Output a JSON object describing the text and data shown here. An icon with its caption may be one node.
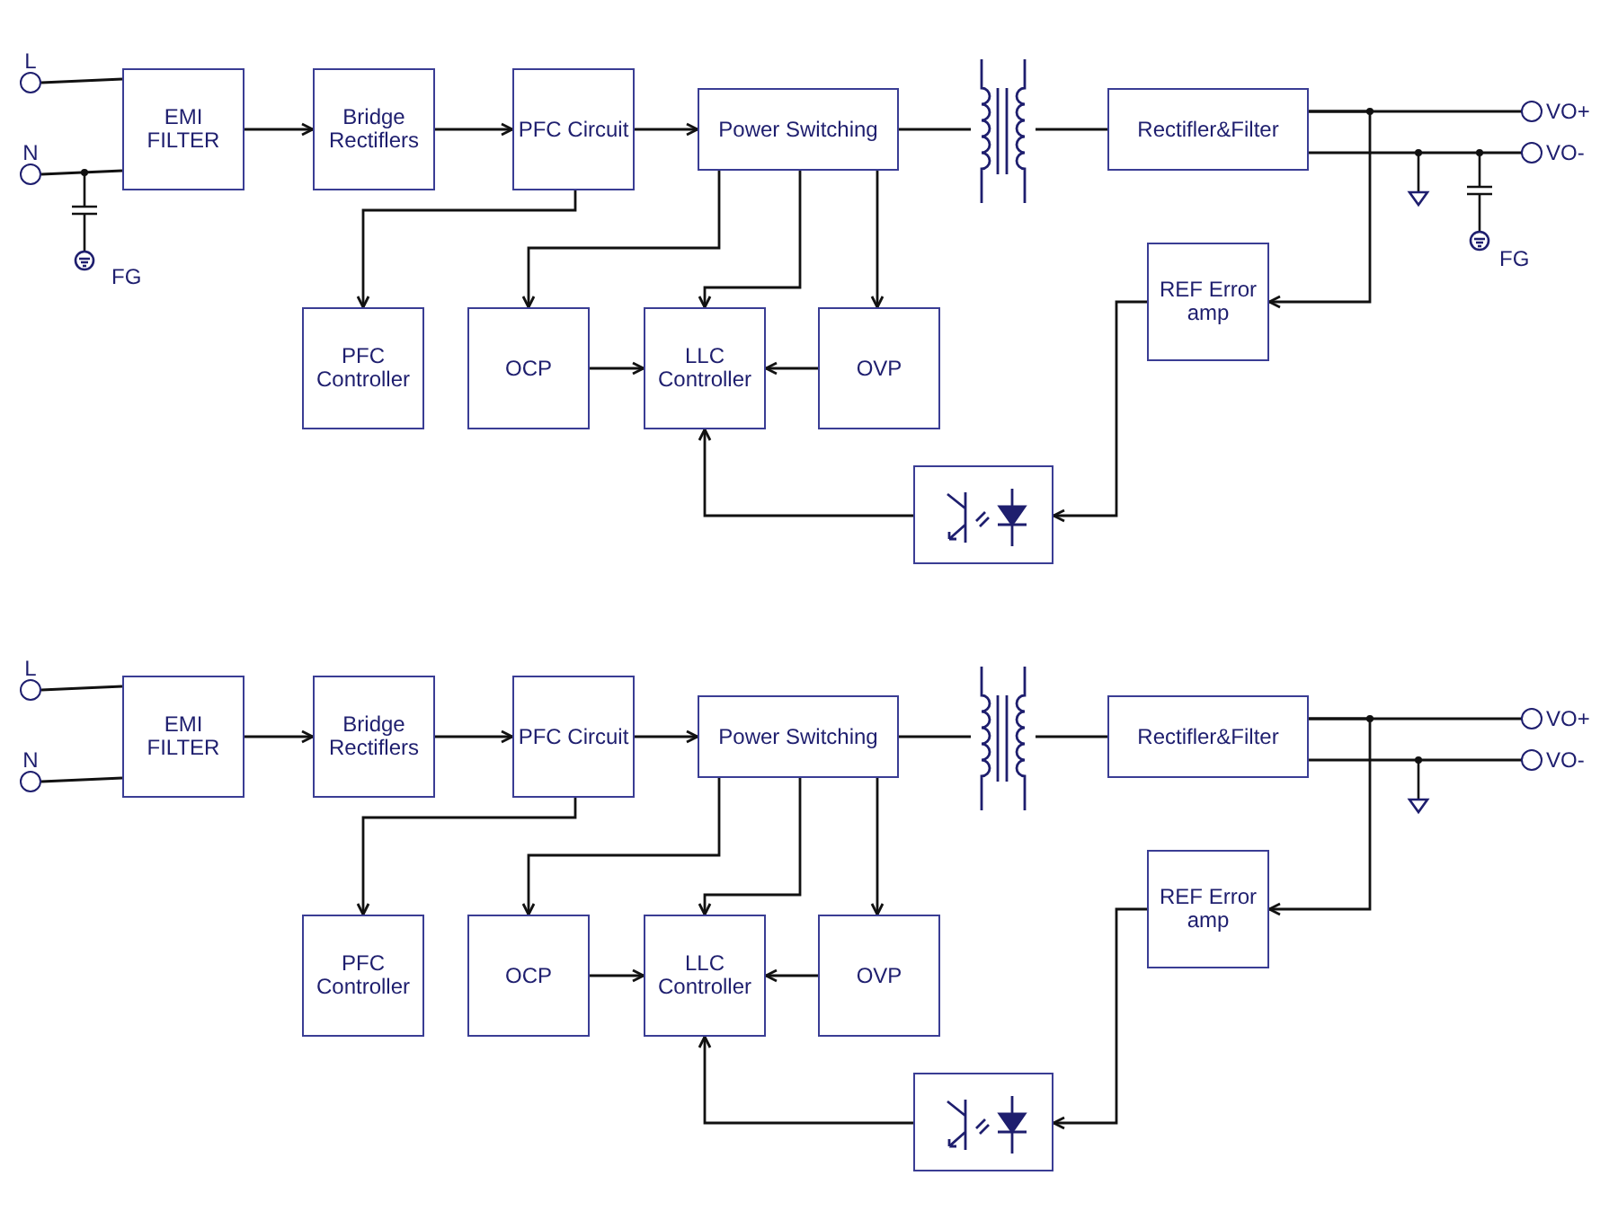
{
  "diagram": {
    "nodes": [
      {
        "text": [
          "L"
        ]
      },
      {
        "text": [
          "N"
        ]
      },
      {
        "text": [
          "EMI FILTER"
        ]
      },
      {
        "text": [
          "Bridge Rectiflers"
        ]
      },
      {
        "text": [
          "PFC Circuit"
        ]
      },
      {
        "text": [
          "Power Switching"
        ]
      },
      {
        "text": [],
        "shape": "picture"
      },
      {
        "text": [
          "Rectifler&Filter"
        ]
      },
      {
        "text": [
          "VO+"
        ]
      },
      {
        "text": [
          "VO-"
        ]
      },
      {
        "text": [
          "PFC Controller"
        ]
      },
      {
        "text": [
          "OCP"
        ]
      },
      {
        "text": [
          "LLC Controller"
        ]
      },
      {
        "text": [
          "OVP"
        ]
      },
      {
        "text": [
          "REF Error amp"
        ]
      },
      {
        "text": [],
        "shape": "box"
      },
      {
        "text": [
          "L"
        ]
      },
      {
        "text": [
          "N"
        ]
      },
      {
        "text": [
          "EMI FILTER"
        ]
      },
      {
        "text": [
          "Bridge Rectiflers"
        ]
      },
      {
        "text": [
          "PFC Circuit"
        ]
      },
      {
        "text": [
          "Power Switching"
        ]
      },
      {
        "text": [],
        "shape": "picture"
      },
      {
        "text": [
          "Rectifler&Filter"
        ]
      },
      {
        "text": [
          "VO+"
        ]
      },
      {
        "text": [
          "VO-"
        ]
      },
      {
        "text": [
          "PFC Controller"
        ]
      },
      {
        "text": [
          "OCP"
        ]
      },
      {
        "text": [
          "LLC Controller"
        ]
      },
      {
        "text": [
          "OVP"
        ]
      },
      {
        "text": [
          "REF Error amp"
        ]
      },
      {
        "text": [],
        "shape": "box"
      }
    ],
    "edges": [
      {
        "from": 0,
        "to": 2,
        "arrow": "none"
      },
      {
        "from": 1,
        "to": 2,
        "arrow": "none"
      },
      {
        "from": 2,
        "to": 3,
        "arrow": "to"
      },
      {
        "from": 3,
        "to": 4,
        "arrow": "to"
      },
      {
        "from": 4,
        "to": 5,
        "arrow": "to"
      },
      {
        "from": 5,
        "to": 6,
        "arrow": "none"
      },
      {
        "from": 6,
        "to": 7,
        "arrow": "none"
      },
      {
        "from": 7,
        "to": 8,
        "arrow": "none"
      },
      {
        "from": 7,
        "to": 9,
        "arrow": "none"
      },
      {
        "from": 4,
        "to": 10,
        "arrow": "to"
      },
      {
        "from": 5,
        "to": 11,
        "arrow": "to"
      },
      {
        "from": 5,
        "to": 12,
        "arrow": "to"
      },
      {
        "from": 5,
        "to": 13,
        "arrow": "to"
      },
      {
        "from": 11,
        "to": 12,
        "arrow": "to"
      },
      {
        "from": 13,
        "to": 12,
        "arrow": "to"
      },
      {
        "from": 7,
        "to": 14,
        "arrow": "to"
      },
      {
        "from": 14,
        "to": 15,
        "arrow": "to"
      },
      {
        "from": 15,
        "to": 12,
        "arrow": "to"
      },
      {
        "from": 16,
        "to": 18,
        "arrow": "none"
      },
      {
        "from": 17,
        "to": 18,
        "arrow": "none"
      },
      {
        "from": 18,
        "to": 19,
        "arrow": "to"
      },
      {
        "from": 19,
        "to": 20,
        "arrow": "to"
      },
      {
        "from": 20,
        "to": 21,
        "arrow": "to"
      },
      {
        "from": 21,
        "to": 22,
        "arrow": "none"
      },
      {
        "from": 22,
        "to": 23,
        "arrow": "none"
      },
      {
        "from": 23,
        "to": 24,
        "arrow": "none"
      },
      {
        "from": 23,
        "to": 25,
        "arrow": "none"
      },
      {
        "from": 20,
        "to": 26,
        "arrow": "to"
      },
      {
        "from": 21,
        "to": 27,
        "arrow": "to"
      },
      {
        "from": 21,
        "to": 28,
        "arrow": "to"
      },
      {
        "from": 21,
        "to": 29,
        "arrow": "to"
      },
      {
        "from": 27,
        "to": 28,
        "arrow": "to"
      },
      {
        "from": 29,
        "to": 28,
        "arrow": "to"
      },
      {
        "from": 23,
        "to": 30,
        "arrow": "to"
      },
      {
        "from": 30,
        "to": 31,
        "arrow": "to"
      },
      {
        "from": 31,
        "to": 28,
        "arrow": "to"
      }
    ],
    "labels": [
      "FG",
      "FG"
    ]
  }
}
